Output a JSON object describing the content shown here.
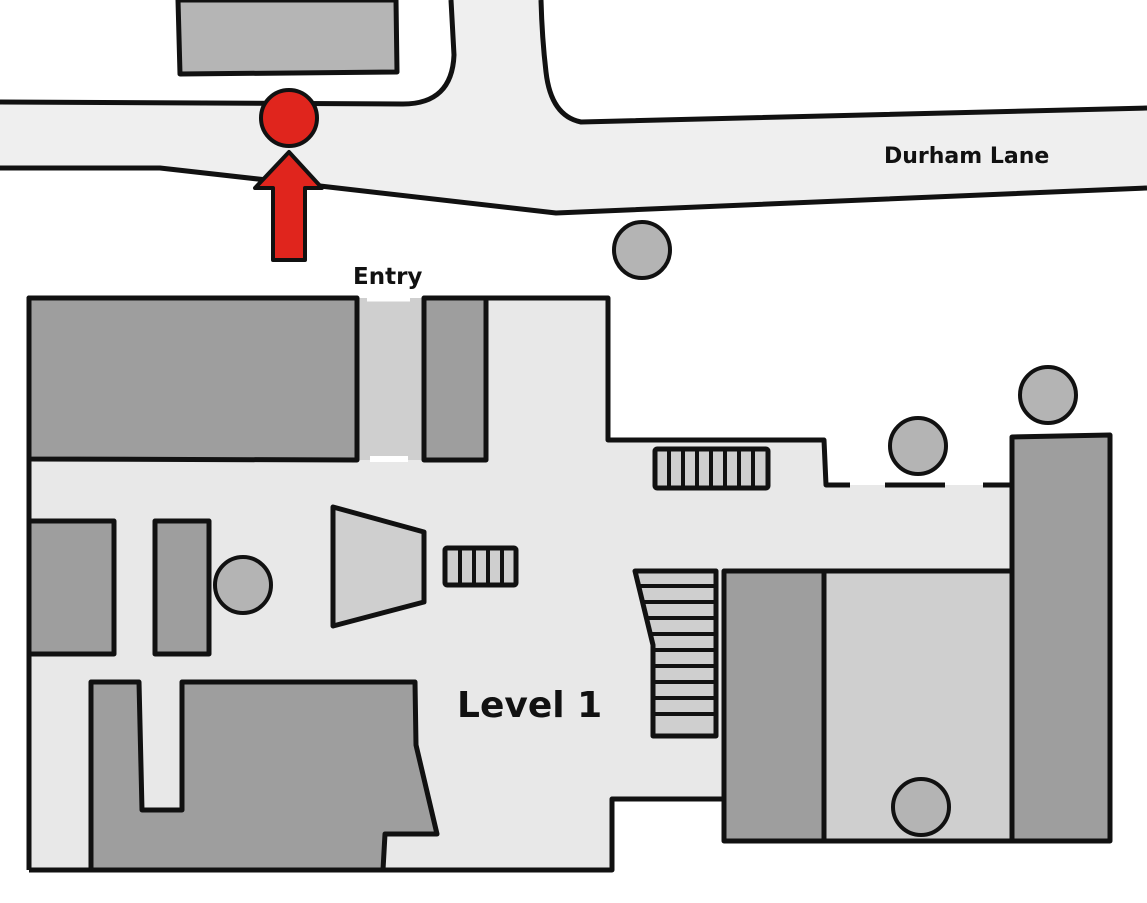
{
  "map": {
    "street_name": "Durham Lane",
    "entry_label": "Entry",
    "level_label": "Level 1",
    "marker": {
      "type": "red-dot-with-arrow",
      "meaning": "you-are-here"
    },
    "colors": {
      "marker_red": "#e0251d",
      "road": "#efefef",
      "floor": "#e8e8e8",
      "dark_block": "#9e9e9e",
      "light_block": "#cdcdcd",
      "circle": "#b4b4b4",
      "outline": "#111111"
    }
  }
}
